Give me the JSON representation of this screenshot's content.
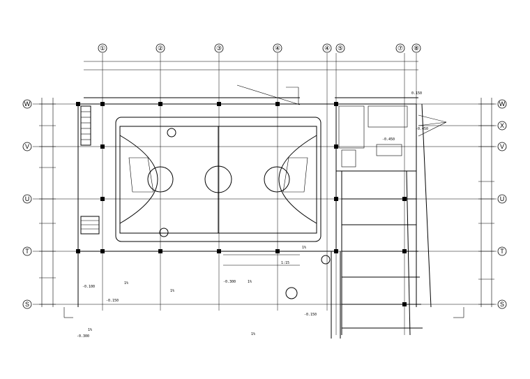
{
  "axes_top": [
    "①",
    "②",
    "③",
    "④",
    "④",
    "⑤",
    "⑦",
    "⑧"
  ],
  "axes_left": [
    "W",
    "V",
    "U",
    "T",
    "S"
  ],
  "axes_right": [
    "W",
    "X",
    "V",
    "U",
    "T",
    "S"
  ],
  "levels": [
    "0.150",
    "-0.450",
    "-0.450",
    "-0.100",
    "-0.300",
    "-0.150",
    "-0.150",
    "-0.300"
  ],
  "slopes": [
    "1%",
    "1%",
    "1%",
    "1%",
    "1%",
    "1%"
  ],
  "ratio": "1:15"
}
